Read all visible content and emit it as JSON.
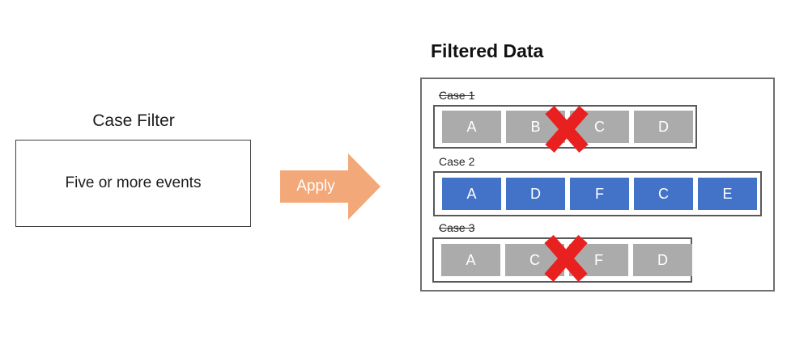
{
  "case_filter": {
    "title": "Case Filter",
    "criteria": "Five or more events"
  },
  "apply_arrow": {
    "label": "Apply"
  },
  "filtered_data": {
    "title": "Filtered Data",
    "cases": [
      {
        "name": "Case 1",
        "excluded": true,
        "events": [
          "A",
          "B",
          "C",
          "D"
        ]
      },
      {
        "name": "Case 2",
        "excluded": false,
        "events": [
          "A",
          "D",
          "F",
          "C",
          "E"
        ]
      },
      {
        "name": "Case 3",
        "excluded": true,
        "events": [
          "A",
          "C",
          "F",
          "D"
        ]
      }
    ]
  },
  "colors": {
    "kept_event_blue": "#4273C8",
    "removed_event_gray": "#ABABAB",
    "cross_red": "#E8201F",
    "arrow_orange": "#F2A878",
    "box_border": "#3f3f3f",
    "panel_border": "#6e6e6e"
  }
}
